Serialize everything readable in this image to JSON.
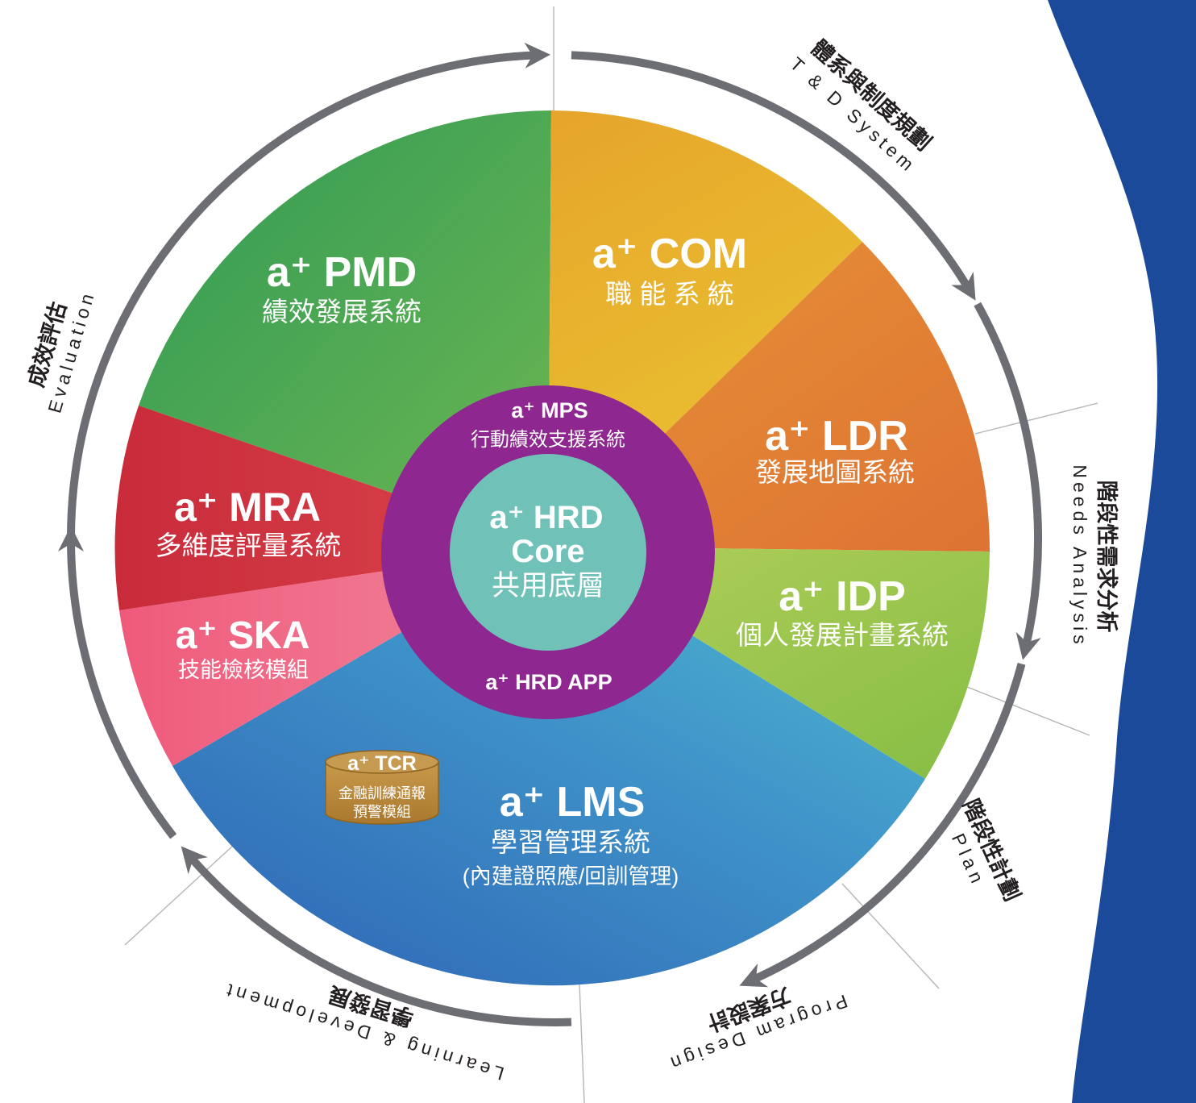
{
  "colors": {
    "ring_arrow": "#6d6e73",
    "blue_wave": "#1b4a9b",
    "pmd": "#3ea155",
    "com": "#e7ad2a",
    "ldr": "#e17f35",
    "idp": "#98c54b",
    "lms": "#3f8ac6",
    "ska": "#ef6582",
    "mra": "#d33641",
    "ring": "#8e2890",
    "core": "#70c1b8",
    "tcr": "#b8863a"
  },
  "core": {
    "title": "a⁺ HRD",
    "title2": "Core",
    "subtitle": "共用底層"
  },
  "ring": {
    "top_title": "a⁺ MPS",
    "top_subtitle": "行動績效支援系統",
    "bottom_title": "a⁺ HRD APP"
  },
  "segments": {
    "pmd": {
      "title": "a⁺ PMD",
      "subtitle": "績效發展系統"
    },
    "com": {
      "title": "a⁺ COM",
      "subtitle": "職 能 系 統"
    },
    "ldr": {
      "title": "a⁺ LDR",
      "subtitle": "發展地圖系統"
    },
    "idp": {
      "title": "a⁺ IDP",
      "subtitle": "個人發展計畫系統"
    },
    "lms": {
      "title": "a⁺ LMS",
      "subtitle": "學習管理系統",
      "note": "(內建證照應/回訓管理)"
    },
    "ska": {
      "title": "a⁺ SKA",
      "subtitle": "技能檢核模組"
    },
    "mra": {
      "title": "a⁺ MRA",
      "subtitle": "多維度評量系統"
    }
  },
  "tcr": {
    "title": "a⁺ TCR",
    "line1": "金融訓練通報",
    "line2": "預警模組"
  },
  "phases": {
    "system": {
      "zh": "體系與制度規劃",
      "en": "T & D System"
    },
    "needs": {
      "zh": "階段性需求分析",
      "en": "Needs Analysis"
    },
    "plan": {
      "zh": "階段性計劃",
      "en": "Plan"
    },
    "design": {
      "zh": "方案設計",
      "en": "Program Design"
    },
    "learning": {
      "zh": "學習發展",
      "en": "Learning & Development"
    },
    "evaluation": {
      "zh": "成效評估",
      "en": "Evaluation"
    }
  }
}
